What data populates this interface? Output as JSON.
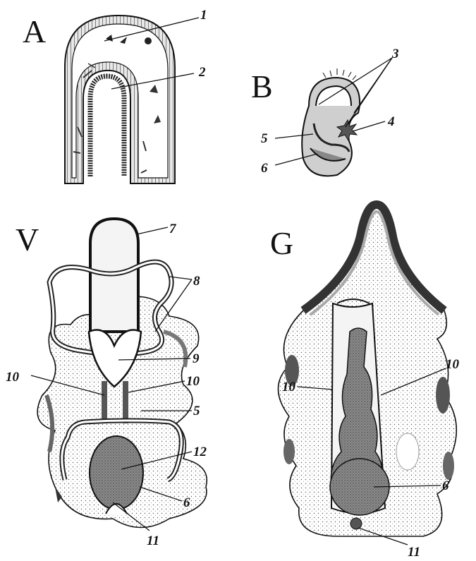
{
  "panels": [
    {
      "letter": "A",
      "labels": [
        "1",
        "2"
      ]
    },
    {
      "letter": "B",
      "labels": [
        "3",
        "4",
        "5",
        "6"
      ]
    },
    {
      "letter": "V",
      "labels": [
        "7",
        "8",
        "9",
        "10",
        "10",
        "5",
        "12",
        "6",
        "11"
      ]
    },
    {
      "letter": "G",
      "labels": [
        "10",
        "10",
        "6",
        "11"
      ]
    }
  ]
}
